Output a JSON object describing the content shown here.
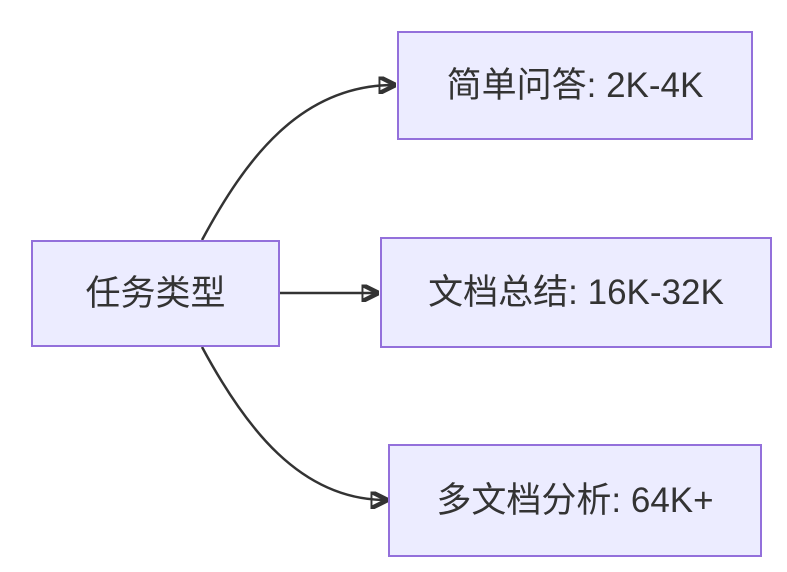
{
  "diagram": {
    "type": "flowchart",
    "direction": "left-to-right",
    "root": {
      "id": "task-type",
      "label": "任务类型"
    },
    "branches": [
      {
        "id": "simple-qa",
        "label": "简单问答: 2K-4K"
      },
      {
        "id": "doc-summary",
        "label": "文档总结: 16K-32K"
      },
      {
        "id": "multi-doc",
        "label": "多文档分析: 64K+"
      }
    ],
    "edges": [
      {
        "from": "task-type",
        "to": "simple-qa"
      },
      {
        "from": "task-type",
        "to": "doc-summary"
      },
      {
        "from": "task-type",
        "to": "multi-doc"
      }
    ],
    "colors": {
      "node_fill": "#ECECFF",
      "node_border": "#9370DB",
      "edge_stroke": "#333333",
      "text": "#333333",
      "background": "#FFFFFF"
    }
  }
}
